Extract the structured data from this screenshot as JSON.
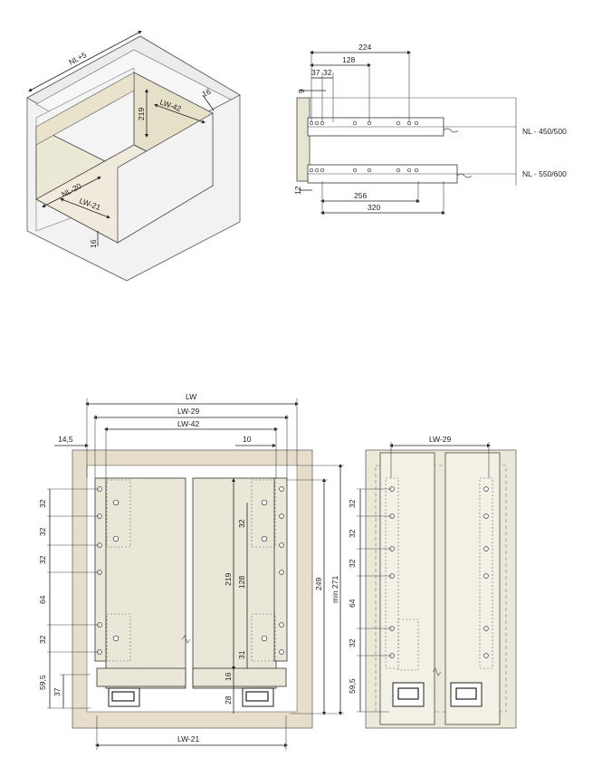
{
  "cabinet_view": {
    "nl_plus": "NL+5",
    "lw42": "LW-42",
    "lw21": "LW-21",
    "nl20": "NL-20",
    "h219": "219",
    "d16a": "16",
    "d16b": "16"
  },
  "side_view": {
    "d224": "224",
    "d128": "128",
    "d37": "37",
    "d32": "32",
    "d9": "9",
    "d12": "12",
    "d256": "256",
    "d320": "320",
    "nl_top": "NL - 450/500",
    "nl_bottom": "NL - 550/600"
  },
  "front_view": {
    "lw": "LW",
    "lw29": "LW-29",
    "lw42": "LW-42",
    "d14_5": "14,5",
    "d10": "10",
    "left_dims": [
      "32",
      "32",
      "32",
      "64",
      "32"
    ],
    "d59_5": "59,5",
    "d37": "37",
    "d32_inner": "32",
    "d219": "219",
    "d128": "128",
    "d31": "31",
    "d16": "16",
    "d28": "28",
    "d249": "249",
    "min271": "min 271",
    "lw21": "LW-21"
  },
  "back_view": {
    "lw29": "LW-29",
    "dims": [
      "32",
      "32",
      "32",
      "64",
      "32"
    ],
    "d59_5": "59,5"
  }
}
